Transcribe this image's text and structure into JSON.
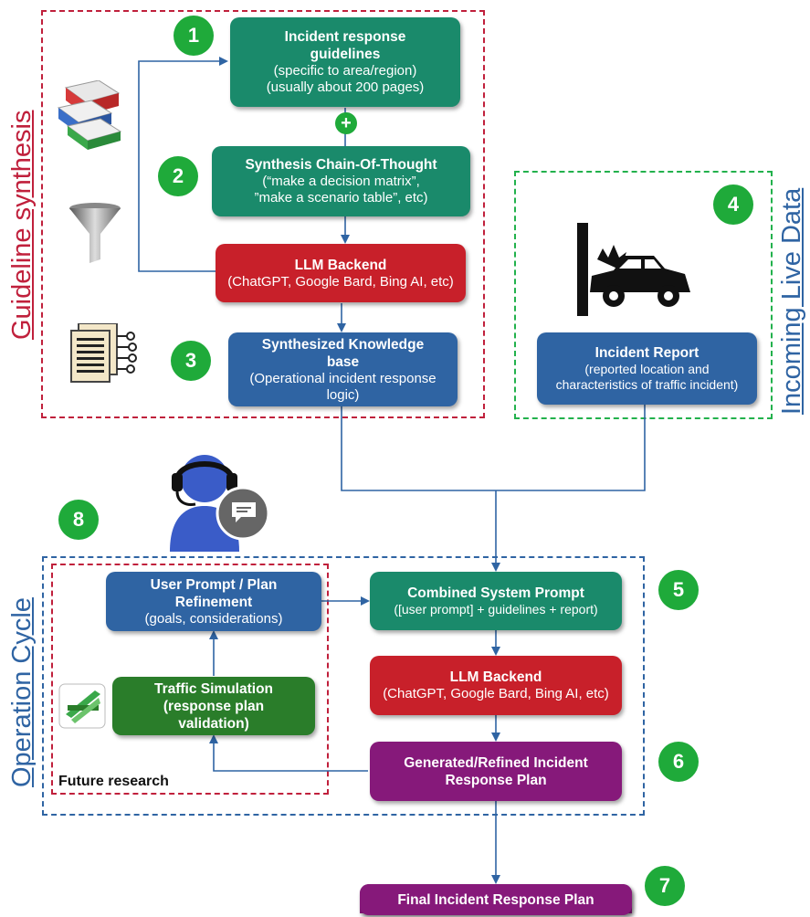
{
  "regions": {
    "guideline_synthesis": {
      "label": "Guideline synthesis",
      "color": "#c0203c"
    },
    "incoming_live_data": {
      "label": "Incoming Live Data",
      "color": "#2f64a3"
    },
    "operation_cycle": {
      "label": "Operation Cycle",
      "color": "#2f64a3"
    },
    "future_research": {
      "label": "Future research",
      "color": "#c0203c"
    }
  },
  "badges": {
    "b1": "1",
    "b2": "2",
    "b3": "3",
    "b4": "4",
    "b5": "5",
    "b6": "6",
    "b7": "7",
    "b8": "8"
  },
  "boxes": {
    "guidelines": {
      "title": "Incident response guidelines",
      "sub": "(specific to area/region)\n(usually about 200 pages)"
    },
    "cot": {
      "title": "Synthesis Chain-Of-Thought",
      "sub": "(“make a decision matrix”,\n”make a scenario table”, etc)"
    },
    "llm1": {
      "title": "LLM Backend",
      "sub": "(ChatGPT, Google Bard, Bing AI, etc)"
    },
    "kb": {
      "title": "Synthesized Knowledge base",
      "sub": "(Operational incident response logic)"
    },
    "report": {
      "title": "Incident Report",
      "sub": "(reported location and characteristics of traffic incident)"
    },
    "user_prompt": {
      "title": "User Prompt / Plan Refinement",
      "sub": "(goals, considerations)"
    },
    "combined": {
      "title": "Combined System Prompt",
      "sub": "([user prompt] + guidelines + report)"
    },
    "llm2": {
      "title": "LLM Backend",
      "sub": "(ChatGPT, Google Bard, Bing AI, etc)"
    },
    "traffic_sim": {
      "title": "Traffic Simulation (response plan validation)"
    },
    "generated": {
      "title": "Generated/Refined Incident Response Plan"
    },
    "final": {
      "title": "Final Incident Response Plan"
    }
  },
  "plus_symbol": "+",
  "colors": {
    "teal": "#1a8a6b",
    "red": "#c8202a",
    "blue": "#2f64a3",
    "green": "#2a7d2a",
    "purple": "#86197a",
    "badge": "#1faa3a",
    "arrow": "#2f64a3"
  },
  "icons": [
    "books-icon",
    "funnel-icon",
    "document-network-icon",
    "car-crash-icon",
    "operator-headset-icon",
    "chat-bubble-icon",
    "traffic-simulation-icon"
  ]
}
